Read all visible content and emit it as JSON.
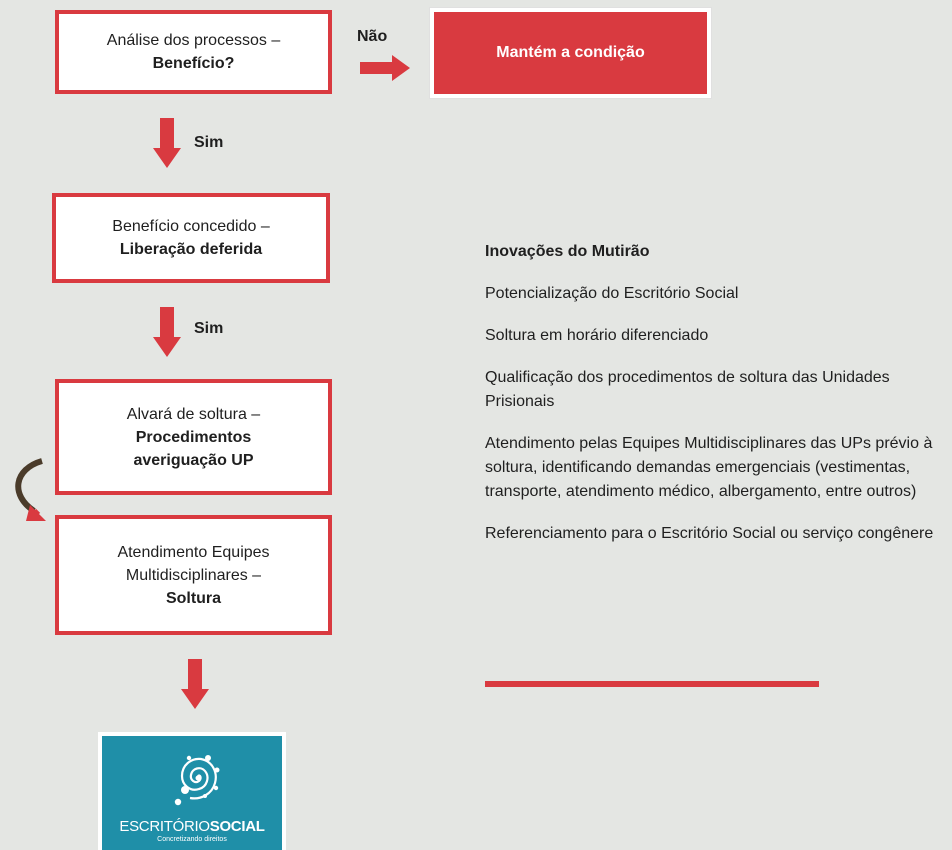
{
  "flow": {
    "box1": {
      "line1": "Análise dos processos –",
      "line2": "Benefício?"
    },
    "no_label": "Não",
    "no_result": "Mantém a condição",
    "yes_label_1": "Sim",
    "box2": {
      "line1": "Benefício concedido –",
      "line2": "Liberação deferida"
    },
    "yes_label_2": "Sim",
    "box3": {
      "line1": "Alvará de soltura –",
      "line2": "Procedimentos averiguação UP"
    },
    "box4": {
      "line1": "Atendimento Equipes Multidisciplinares –",
      "line2": "Soltura"
    }
  },
  "logo": {
    "word_regular": "ESCRITÓRIO",
    "word_bold": "SOCIAL",
    "tagline": "Concretizando direitos"
  },
  "innovations": {
    "title": "Inovações do Mutirão",
    "items": [
      "Potencialização do Escritório Social",
      "Soltura em horário diferenciado",
      "Qualificação dos procedimentos de soltura das Unidades Prisionais",
      "Atendimento pelas Equipes Multidisciplinares das UPs prévio à soltura, identificando demandas emergenciais (vestimentas, transporte, atendimento médico, albergamento, entre outros)",
      "Referenciamento para o Escritório Social ou serviço congênere"
    ]
  },
  "colors": {
    "accent": "#d93a40",
    "background": "#e4e6e3",
    "logo": "#1f8fa8",
    "curved_arrow": "#4a3b2a"
  }
}
